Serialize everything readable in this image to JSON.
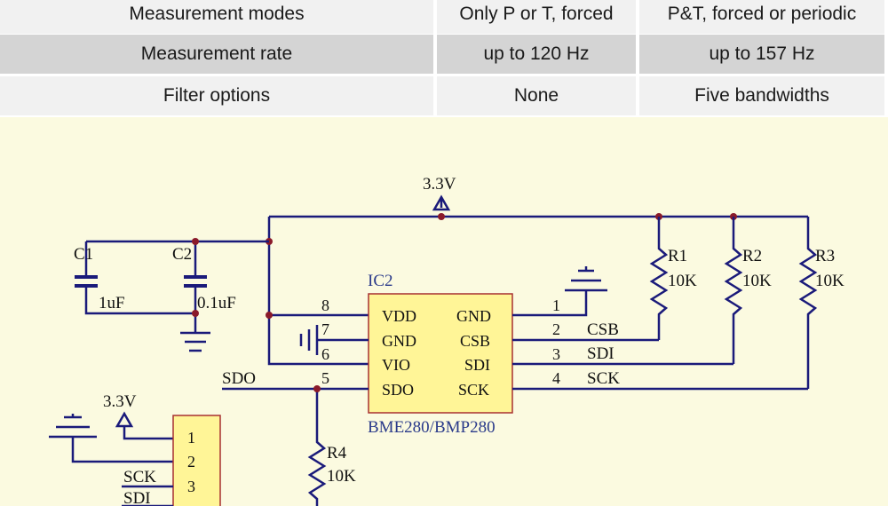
{
  "table": {
    "rows": [
      [
        "Measurement modes",
        "Only P or T, forced",
        "P&T, forced or periodic"
      ],
      [
        "Measurement rate",
        "up to 120 Hz",
        "up to 157 Hz"
      ],
      [
        "Filter options",
        "None",
        "Five bandwidths"
      ]
    ]
  },
  "schematic": {
    "supply_top": "3.3V",
    "supply_left": "3.3V",
    "c1": {
      "ref": "C1",
      "value": "1uF"
    },
    "c2": {
      "ref": "C2",
      "value": "0.1uF"
    },
    "ic": {
      "ref": "IC2",
      "part": "BME280/BMP280",
      "left_pins": [
        {
          "num": "8",
          "name": "VDD"
        },
        {
          "num": "7",
          "name": "GND"
        },
        {
          "num": "6",
          "name": "VIO"
        },
        {
          "num": "5",
          "name": "SDO"
        }
      ],
      "right_pins": [
        {
          "num": "1",
          "name": "GND"
        },
        {
          "num": "2",
          "name": "CSB"
        },
        {
          "num": "3",
          "name": "SDI"
        },
        {
          "num": "4",
          "name": "SCK"
        }
      ]
    },
    "right_net_labels": [
      "CSB",
      "SDI",
      "SCK"
    ],
    "sdo_net_label": "SDO",
    "r1": {
      "ref": "R1",
      "value": "10K"
    },
    "r2": {
      "ref": "R2",
      "value": "10K"
    },
    "r3": {
      "ref": "R3",
      "value": "10K"
    },
    "r4": {
      "ref": "R4",
      "value": "10K"
    },
    "header": {
      "pin_numbers": [
        "1",
        "2",
        "3"
      ],
      "net_labels": [
        "SCK",
        "SDI"
      ]
    },
    "colors": {
      "wire": "#1a1a7a",
      "ic_fill": "#fff597",
      "ic_border": "#a83030",
      "label": "#111111",
      "part_label": "#2a3a8a",
      "background": "#fbfae0"
    }
  }
}
